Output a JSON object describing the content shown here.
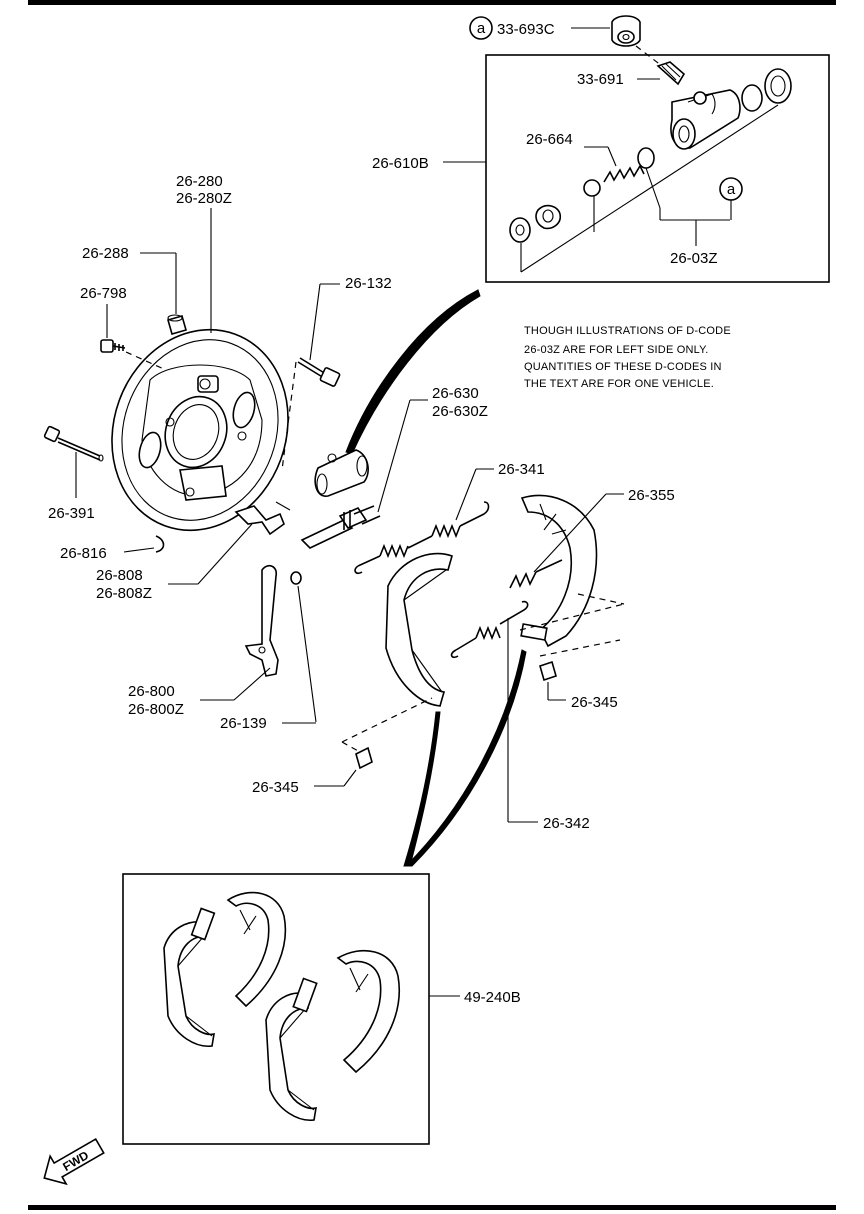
{
  "parts": {
    "p33_693C": "33-693C",
    "p33_691": "33-691",
    "p26_664": "26-664",
    "p26_610B": "26-610B",
    "p26_03Z": "26-03Z",
    "p26_280": "26-280",
    "p26_280Z": "26-280Z",
    "p26_288": "26-288",
    "p26_798": "26-798",
    "p26_132": "26-132",
    "p26_630": "26-630",
    "p26_630Z": "26-630Z",
    "p26_341": "26-341",
    "p26_355": "26-355",
    "p26_391": "26-391",
    "p26_816": "26-816",
    "p26_808": "26-808",
    "p26_808Z": "26-808Z",
    "p26_800": "26-800",
    "p26_800Z": "26-800Z",
    "p26_139": "26-139",
    "p26_345a": "26-345",
    "p26_345b": "26-345",
    "p26_342": "26-342",
    "p49_240B": "49-240B"
  },
  "marker": "a",
  "note": {
    "line1": "THOUGH ILLUSTRATIONS OF D-CODE",
    "line2": "26-03Z  ARE FOR LEFT SIDE ONLY.",
    "line3": "QUANTITIES OF THESE D-CODES IN",
    "line4": "THE TEXT ARE FOR ONE VEHICLE."
  },
  "fwd_label": "FWD"
}
